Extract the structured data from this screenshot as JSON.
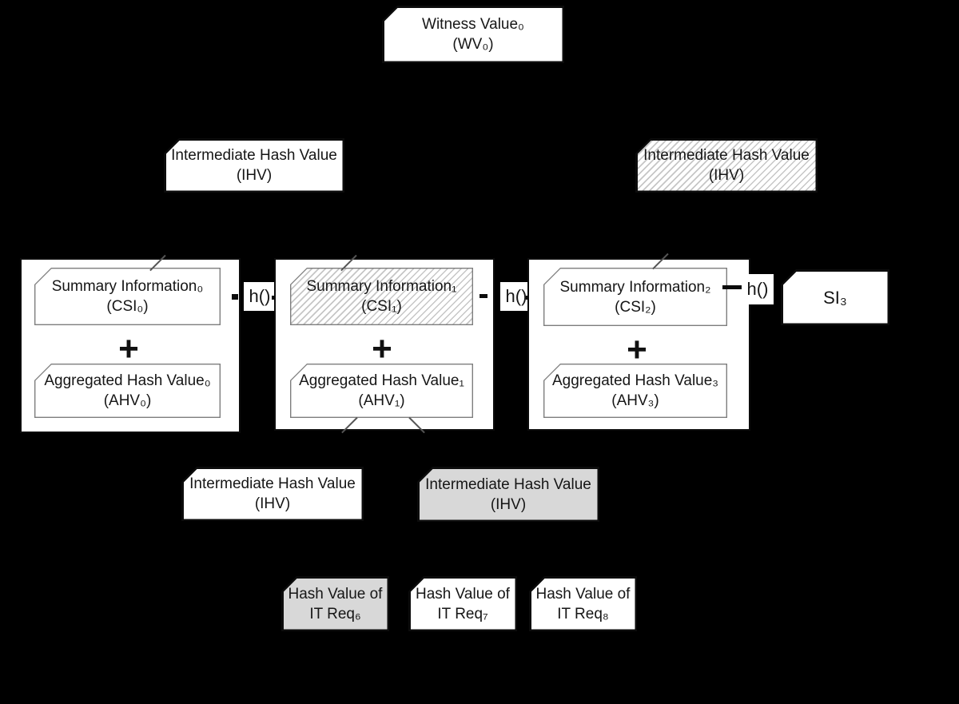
{
  "diagram": {
    "title_semantic": "aggregated hash chain / witness value diagram",
    "background": "#000000",
    "colors": {
      "box_fill": "#ffffff",
      "gray_fill": "#d8d8d8",
      "hatch_line": "#c6c6c6",
      "border": "#0c0c0c",
      "inner_border": "#7d7d7d",
      "text": "#161616"
    },
    "witness_value": {
      "line1": "Witness Value₀",
      "line2": "(WV₀)"
    },
    "ihv": {
      "line1": "Intermediate Hash Value",
      "line2": "(IHV)"
    },
    "hash_function_label": "h()",
    "plus_operator": "+",
    "chains": [
      {
        "csi_line1": "Summary Information₀",
        "csi_line2": "(CSI₀)",
        "ahv_line1": "Aggregated Hash Value₀",
        "ahv_line2": "(AHV₀)"
      },
      {
        "csi_line1": "Summary Information₁",
        "csi_line2": "(CSI₁)",
        "ahv_line1": "Aggregated Hash Value₁",
        "ahv_line2": "(AHV₁)"
      },
      {
        "csi_line1": "Summary Information₂",
        "csi_line2": "(CSI₂)",
        "ahv_line1": "Aggregated Hash Value₃",
        "ahv_line2": "(AHV₃)"
      }
    ],
    "si3_label": "SI₃",
    "it_requests": [
      {
        "line1": "Hash Value of",
        "line2": "IT Req₆"
      },
      {
        "line1": "Hash Value of",
        "line2": "IT Req₇"
      },
      {
        "line1": "Hash Value of",
        "line2": "IT Req₈"
      }
    ]
  }
}
